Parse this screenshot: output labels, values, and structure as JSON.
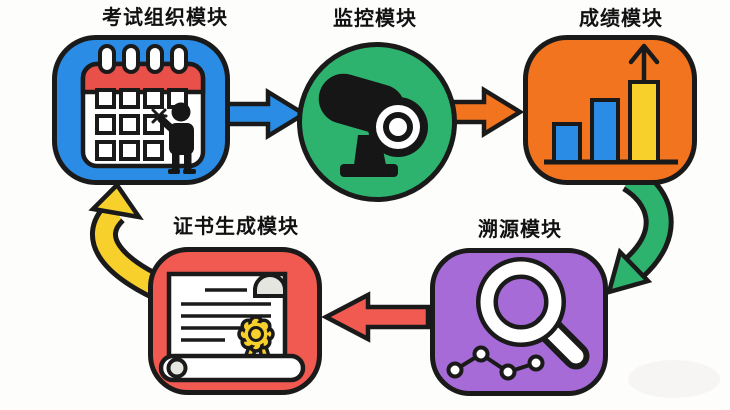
{
  "diagram": {
    "background_color": "#fdfdfc",
    "outline_color": "#1a1a1a",
    "modules": [
      {
        "id": "exam-organization",
        "label": "考试组织模块",
        "shape": "rounded-rectangle",
        "fill": "#2a8ce4",
        "icon": "calendar-scheduler-icon"
      },
      {
        "id": "monitoring",
        "label": "监控模块",
        "shape": "circle",
        "fill": "#2eb36e",
        "icon": "cctv-camera-icon"
      },
      {
        "id": "score",
        "label": "成绩模块",
        "shape": "rounded-rectangle",
        "fill": "#f2741f",
        "icon": "rising-bar-chart-icon"
      },
      {
        "id": "traceability",
        "label": "溯源模块",
        "shape": "rounded-rectangle",
        "fill": "#a76bd8",
        "icon": "magnifier-trend-icon"
      },
      {
        "id": "certificate-generation",
        "label": "证书生成模块",
        "shape": "rounded-rectangle",
        "fill": "#f05a51",
        "icon": "certificate-scroll-icon"
      }
    ],
    "flow": [
      {
        "from": "exam-organization",
        "to": "monitoring",
        "color": "#2a8ce4",
        "style": "straight-right"
      },
      {
        "from": "monitoring",
        "to": "score",
        "color": "#f2741f",
        "style": "straight-right"
      },
      {
        "from": "score",
        "to": "traceability",
        "color": "#2eb36e",
        "style": "curved-down"
      },
      {
        "from": "traceability",
        "to": "certificate-generation",
        "color": "#f05a51",
        "style": "straight-left"
      },
      {
        "from": "certificate-generation",
        "to": "exam-organization",
        "color": "#f8d02c",
        "style": "curved-up"
      }
    ],
    "colors": {
      "blue": "#2a8ce4",
      "green": "#2eb36e",
      "orange": "#f2741f",
      "purple": "#a76bd8",
      "red": "#f05a51",
      "yellow": "#f8d02c",
      "calendar-header-red": "#e85049",
      "icon-dark": "#161616",
      "paper-shade": "#e6e6e1",
      "outline": "#1a1a1a"
    }
  }
}
